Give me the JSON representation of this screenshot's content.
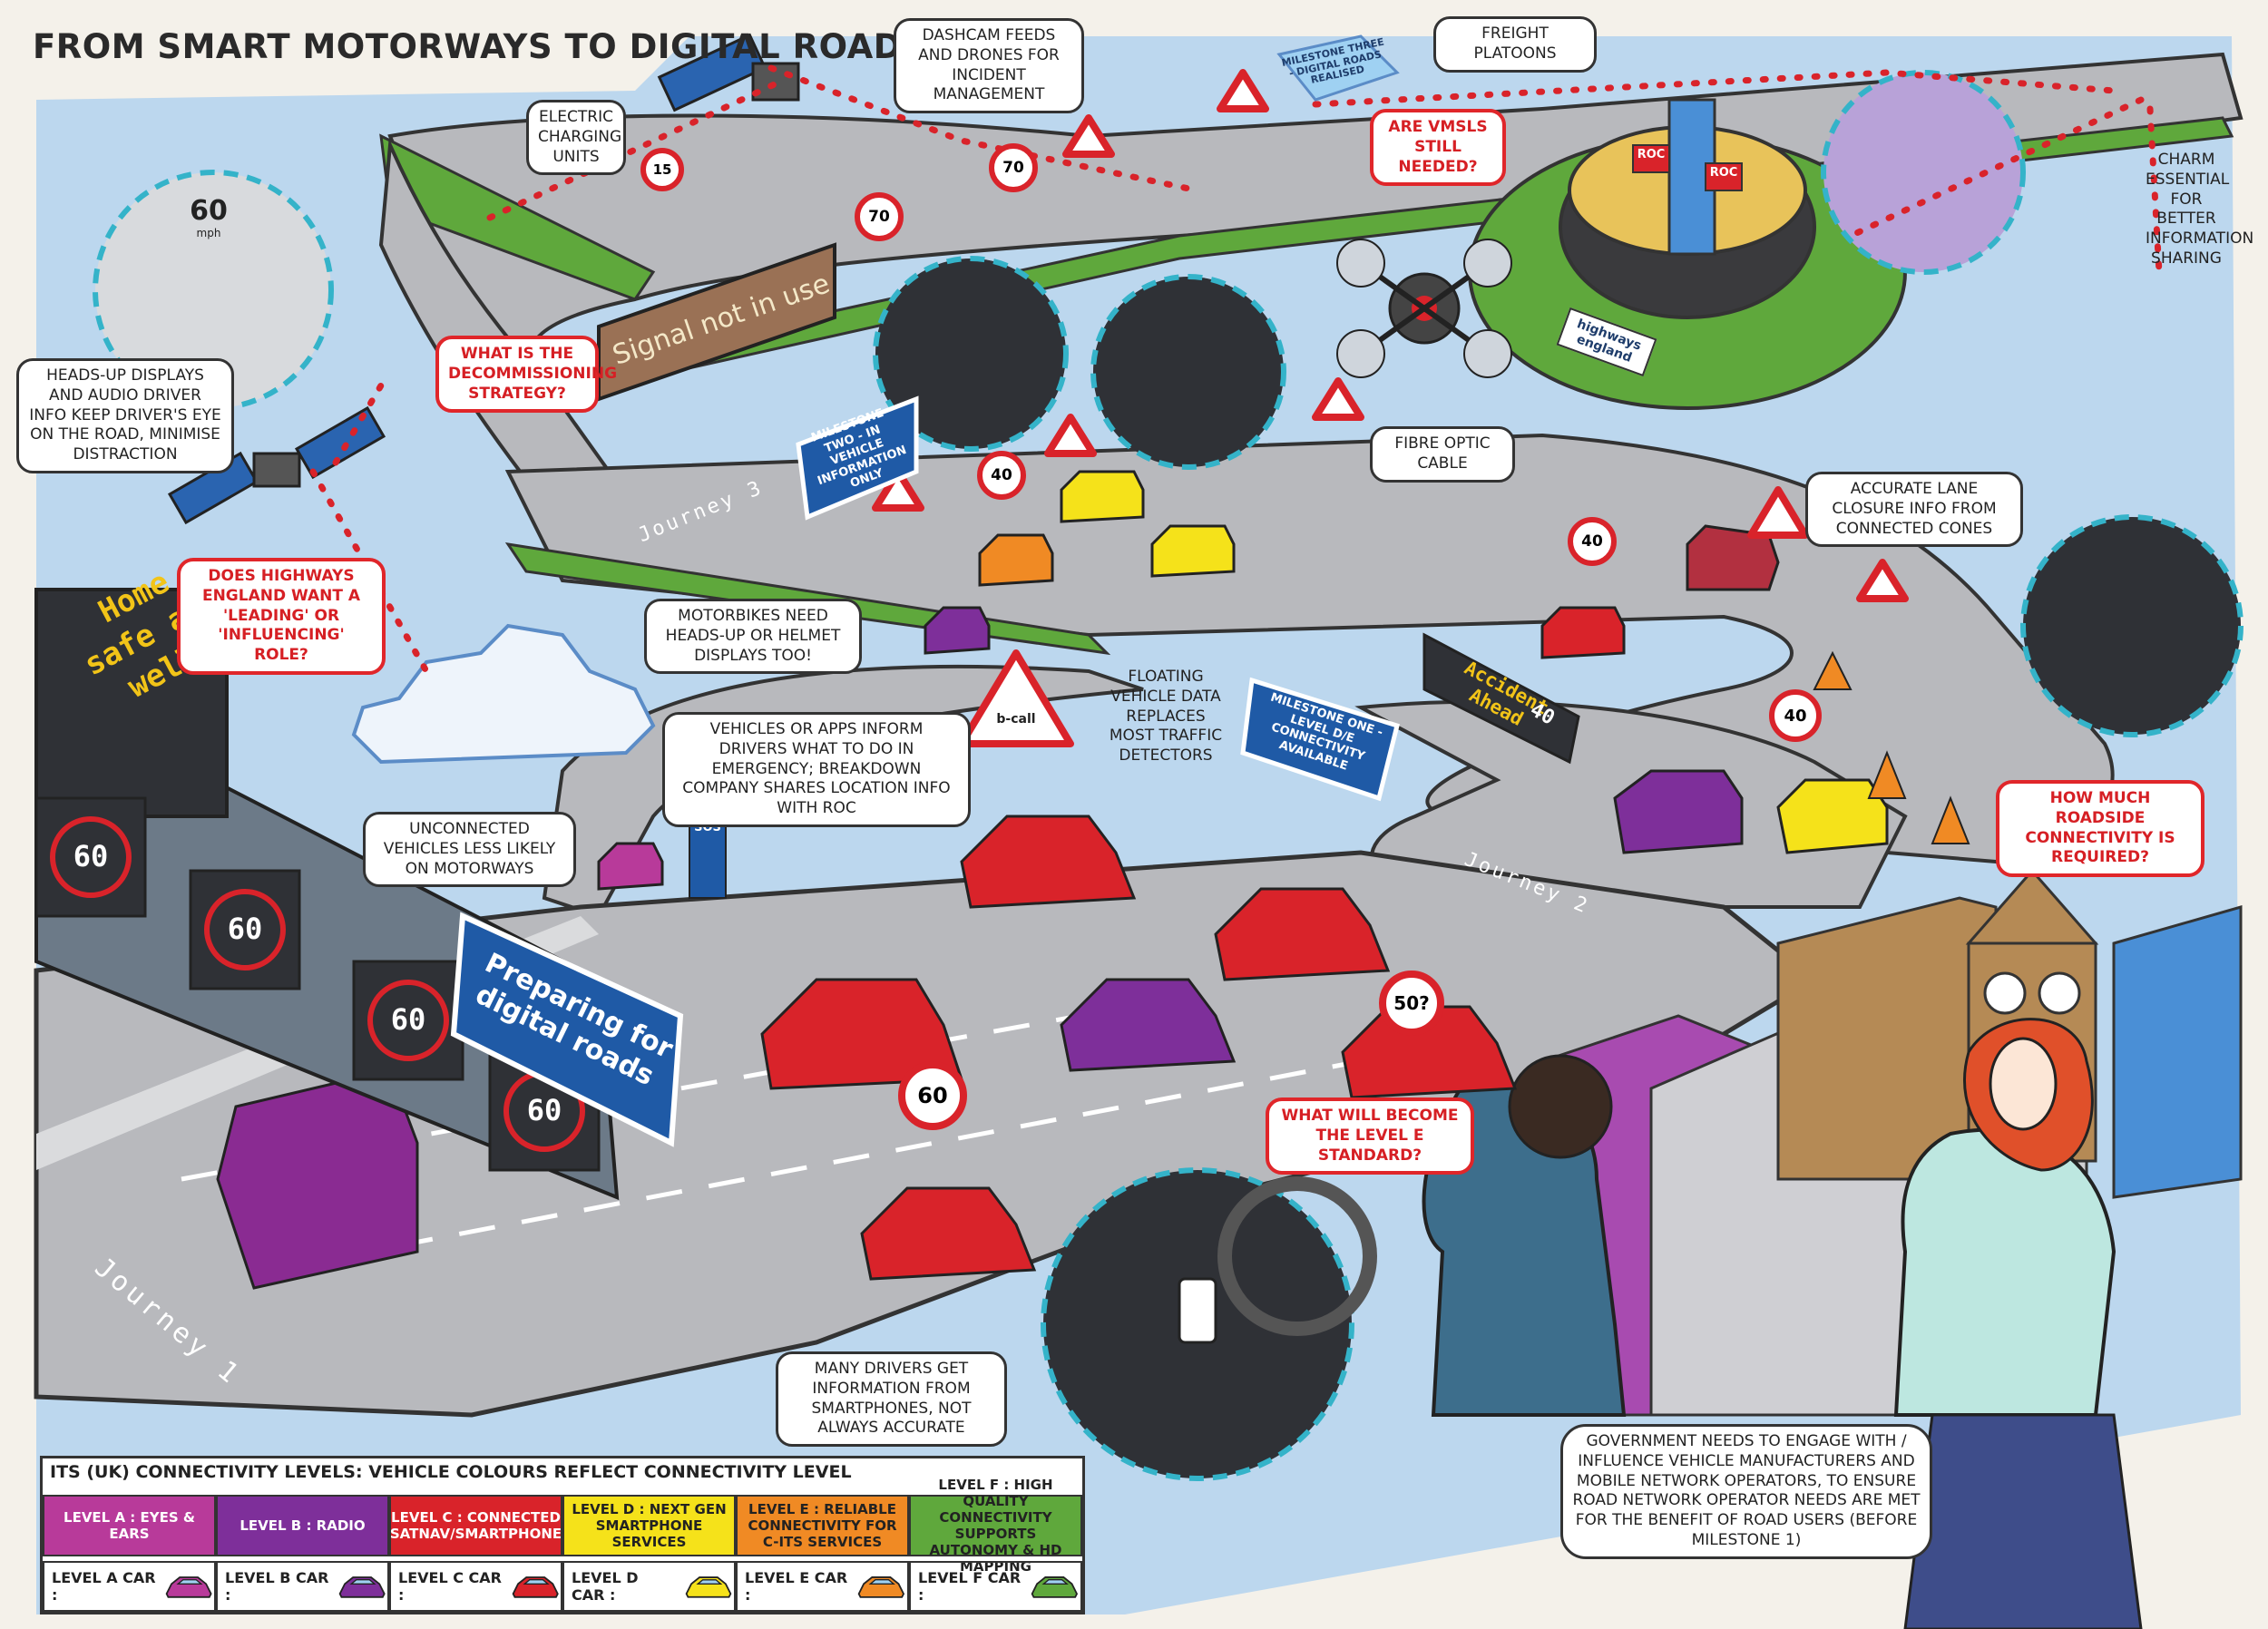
{
  "title": "FROM SMART MOTORWAYS TO DIGITAL ROADS",
  "colors": {
    "level_a": "#b83a9a",
    "level_b": "#7e2f9a",
    "level_c": "#d9232a",
    "level_d": "#f5e21a",
    "level_e": "#f08a24",
    "level_f": "#5fa83c",
    "road": "#b8b9bd",
    "water": "#bcd7ee",
    "question_red": "#e0262a",
    "sign_blue": "#1f5aa6"
  },
  "callouts": {
    "electric_charging": "ELECTRIC CHARGING UNITS",
    "dashcam": "DASHCAM FEEDS AND DRONES FOR INCIDENT MANAGEMENT",
    "freight": "FREIGHT PLATOONS",
    "vmsl": "ARE VMSLs STILL NEEDED?",
    "charm": "CHARM ESSENTIAL FOR BETTER INFORMATION SHARING",
    "heads_up": "HEADS-UP DISPLAYS AND AUDIO DRIVER INFO KEEP DRIVER'S EYE ON THE ROAD, MINIMISE DISTRACTION",
    "decommissioning": "WHAT IS THE DECOMMISSIONING STRATEGY?",
    "fibre": "FIBRE OPTIC CABLE",
    "lane_closure": "ACCURATE LANE CLOSURE INFO FROM CONNECTED CONES",
    "highways_role": "DOES HIGHWAYS ENGLAND WANT A 'LEADING' OR 'INFLUENCING' ROLE?",
    "motorbikes": "MOTORBIKES NEED HEADS-UP OR HELMET DISPLAYS TOO!",
    "floating": "FLOATING VEHICLE DATA REPLACES MOST TRAFFIC DETECTORS",
    "vehicles_apps": "VEHICLES OR APPS INFORM DRIVERS WHAT TO DO IN EMERGENCY; BREAKDOWN COMPANY SHARES LOCATION INFO WITH ROC",
    "unconnected": "UNCONNECTED VEHICLES LESS LIKELY ON MOTORWAYS",
    "roadside": "HOW MUCH ROADSIDE CONNECTIVITY IS REQUIRED?",
    "level_e_standard": "WHAT WILL BECOME THE LEVEL E STANDARD?",
    "smartphones": "MANY DRIVERS GET INFORMATION FROM SMARTPHONES, NOT ALWAYS ACCURATE",
    "government": "GOVERNMENT NEEDS TO ENGAGE WITH / INFLUENCE VEHICLE MANUFACTURERS AND MOBILE NETWORK OPERATORS, TO ENSURE ROAD NETWORK OPERATOR NEEDS ARE MET FOR THE BENEFIT OF ROAD USERS (BEFORE MILESTONE 1)"
  },
  "signs": {
    "milestone_one": "MILESTONE ONE - LEVEL D/E CONNECTIVITY AVAILABLE",
    "milestone_two": "MILESTONE TWO - IN VEHICLE INFORMATION ONLY",
    "milestone_three": "MILESTONE THREE - DIGITAL ROADS REALISED",
    "preparing": "Preparing for digital roads",
    "signal_not_in_use": "Signal not in use",
    "home_safe": "Home safe and well!",
    "accident_ahead": "Accident Ahead",
    "accident_speed": "40",
    "gantry_speed": "60",
    "speed_70": "70",
    "speed_60": "60",
    "speed_40": "40",
    "speed_50q": "50?",
    "speed_15": "15",
    "ecall": "b-call",
    "sos": "SOS",
    "roc": "ROC",
    "highways_england": "highways england",
    "hud_speed": "60",
    "hud_unit": "mph"
  },
  "journeys": {
    "j1": "Journey 1",
    "j2": "Journey 2",
    "j3": "Journey 3"
  },
  "legend": {
    "title": "ITS (UK) CONNECTIVITY LEVELS: VEHICLE COLOURS REFLECT CONNECTIVITY LEVEL",
    "levels": [
      {
        "label": "LEVEL A : EYES & EARS",
        "car": "LEVEL A CAR :",
        "color": "#b83a9a",
        "text_color": "#ffffff"
      },
      {
        "label": "LEVEL B : RADIO",
        "car": "LEVEL B CAR :",
        "color": "#7e2f9a",
        "text_color": "#ffffff"
      },
      {
        "label": "LEVEL C : CONNECTED SATNAV/SMARTPHONE",
        "car": "LEVEL C CAR :",
        "color": "#d9232a",
        "text_color": "#ffffff"
      },
      {
        "label": "LEVEL D : NEXT GEN SMARTPHONE SERVICES",
        "car": "LEVEL D CAR :",
        "color": "#f5e21a",
        "text_color": "#222222"
      },
      {
        "label": "LEVEL E : RELIABLE CONNECTIVITY FOR C-ITS SERVICES",
        "car": "LEVEL E CAR :",
        "color": "#f08a24",
        "text_color": "#222222"
      },
      {
        "label": "LEVEL F : HIGH QUALITY CONNECTIVITY SUPPORTS AUTONOMY & HD MAPPING",
        "car": "LEVEL F CAR :",
        "color": "#5fa83c",
        "text_color": "#222222"
      }
    ]
  }
}
